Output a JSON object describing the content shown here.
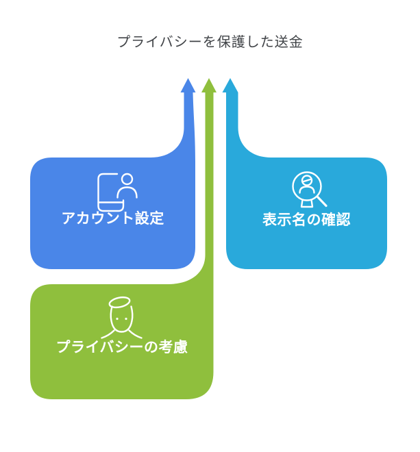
{
  "title": "プライバシーを保護した送金",
  "colors": {
    "blue": "#4a86e8",
    "green": "#8fbf3d",
    "cyan": "#29a9db",
    "title_text": "#404347",
    "label_text": "#ffffff",
    "background": "#ffffff"
  },
  "nodes": [
    {
      "id": "account-setup",
      "label": "アカウント設定",
      "color": "#4a86e8",
      "icon": "phone-user-icon",
      "arrow": "up"
    },
    {
      "id": "privacy-consideration",
      "label": "プライバシーの考慮",
      "color": "#8fbf3d",
      "icon": "anonymous-user-icon",
      "arrow": "up"
    },
    {
      "id": "display-name-check",
      "label": "表示名の確認",
      "color": "#29a9db",
      "icon": "search-user-icon",
      "arrow": "up"
    }
  ]
}
